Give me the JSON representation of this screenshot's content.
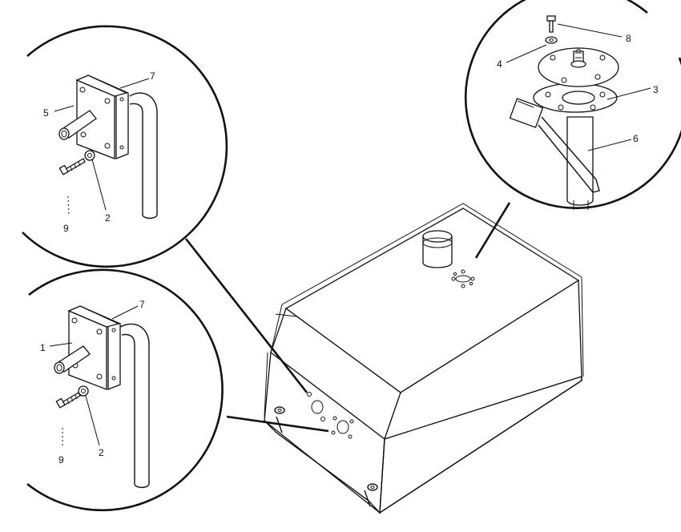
{
  "callouts": {
    "top_left": {
      "part_5": "5",
      "part_7": "7",
      "part_9": "9",
      "part_2": "2"
    },
    "bottom_left": {
      "part_1": "1",
      "part_7": "7",
      "part_9": "9",
      "part_2": "2"
    },
    "top_right": {
      "part_8": "8",
      "part_4": "4",
      "part_3": "3",
      "part_6": "6"
    }
  }
}
